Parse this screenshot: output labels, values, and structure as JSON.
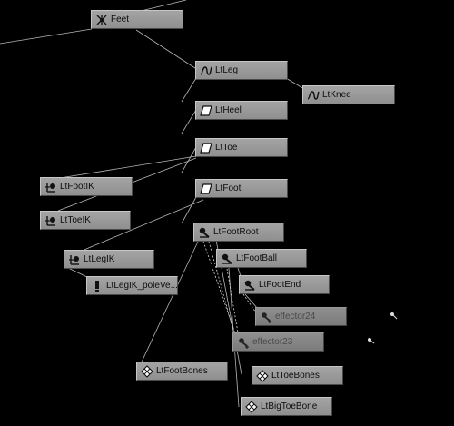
{
  "nodes": {
    "feet": {
      "label": "Feet",
      "icon": "joint-group-icon"
    },
    "ltleg": {
      "label": "LtLeg",
      "icon": "curve-icon"
    },
    "ltknee": {
      "label": "LtKnee",
      "icon": "curve-icon"
    },
    "ltheel": {
      "label": "LtHeel",
      "icon": "transform-icon"
    },
    "lttoe": {
      "label": "LtToe",
      "icon": "transform-icon"
    },
    "ltfoot": {
      "label": "LtFoot",
      "icon": "transform-icon"
    },
    "ltfootik": {
      "label": "LtFootIK",
      "icon": "ik-handle-icon"
    },
    "lttoeik": {
      "label": "LtToeIK",
      "icon": "ik-handle-icon"
    },
    "ltfootroot": {
      "label": "LtFootRoot",
      "icon": "joint-icon"
    },
    "ltlegik": {
      "label": "LtLegIK",
      "icon": "ik-handle-icon"
    },
    "ltfootball": {
      "label": "LtFootBall",
      "icon": "joint-icon"
    },
    "ltlegikpolevector": {
      "label": "LtLegIK_poleVe...",
      "icon": "pole-vector-icon"
    },
    "ltfootend": {
      "label": "LtFootEnd",
      "icon": "joint-icon"
    },
    "effector24": {
      "label": "effector24",
      "icon": "effector-icon"
    },
    "effector23": {
      "label": "effector23",
      "icon": "effector-icon"
    },
    "ltfootbones": {
      "label": "LtFootBones",
      "icon": "skin-cluster-icon"
    },
    "lttoebones": {
      "label": "LtToeBones",
      "icon": "skin-cluster-icon"
    },
    "ltbigtoebone": {
      "label": "LtBigToeBone",
      "icon": "skin-cluster-icon"
    }
  },
  "colors": {
    "background": "#000000",
    "node_fill": "#9a9a9a",
    "node_text": "#0d0d0d",
    "dim_text": "#4a4a4a",
    "link": "#b8b8b8"
  }
}
